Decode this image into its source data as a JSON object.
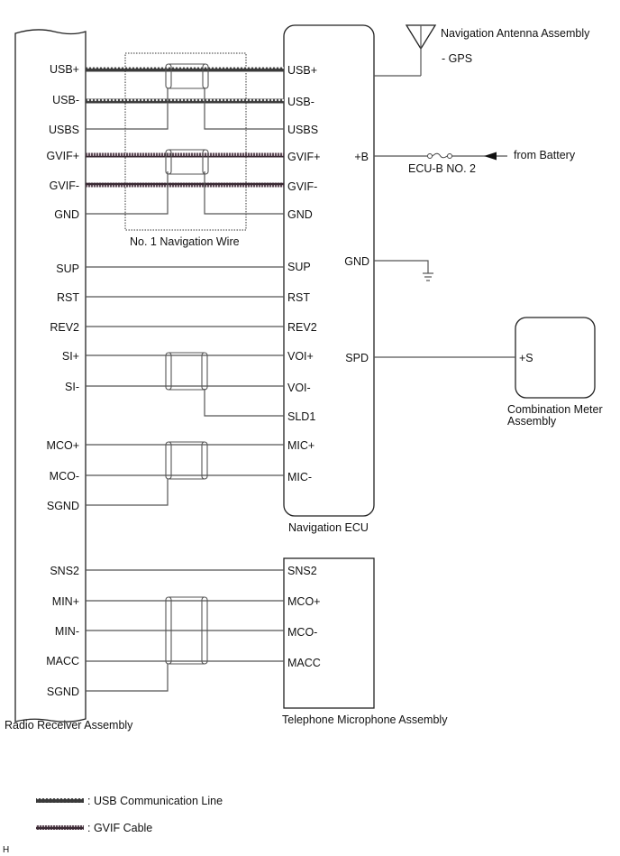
{
  "components": {
    "radio_receiver": {
      "label": "Radio Receiver Assembly",
      "pins": [
        "USB+",
        "USB-",
        "USBS",
        "GVIF+",
        "GVIF-",
        "GND",
        "SUP",
        "RST",
        "REV2",
        "SI+",
        "SI-",
        "MCO+",
        "MCO-",
        "SGND",
        "SNS2",
        "MIN+",
        "MIN-",
        "MACC",
        "SGND"
      ]
    },
    "navigation_ecu": {
      "label": "Navigation ECU",
      "left_pins": [
        "USB+",
        "USB-",
        "USBS",
        "GVIF+",
        "GVIF-",
        "GND",
        "SUP",
        "RST",
        "REV2",
        "VOI+",
        "VOI-",
        "SLD1",
        "MIC+",
        "MIC-"
      ],
      "right_pins": [
        "+B",
        "GND",
        "SPD"
      ]
    },
    "navigation_antenna": {
      "label": "Navigation Antenna Assembly",
      "sublabel": "- GPS"
    },
    "fuse": {
      "label": "ECU-B NO. 2"
    },
    "battery": {
      "label": "from Battery"
    },
    "combination_meter": {
      "label_line1": "Combination Meter",
      "label_line2": "Assembly",
      "pin": "+S"
    },
    "telephone_microphone": {
      "label": "Telephone Microphone Assembly",
      "pins": [
        "SNS2",
        "MCO+",
        "MCO-",
        "MACC"
      ]
    },
    "navigation_wire": {
      "label": "No. 1 Navigation Wire"
    }
  },
  "legend": {
    "usb_line": ": USB Communication Line",
    "gvif_cable": ": GVIF Cable"
  },
  "corner_mark": "H",
  "colors": {
    "usb_line": "#6b6b6b",
    "gvif_cable": "#8a6f80",
    "wire": "#555555"
  }
}
